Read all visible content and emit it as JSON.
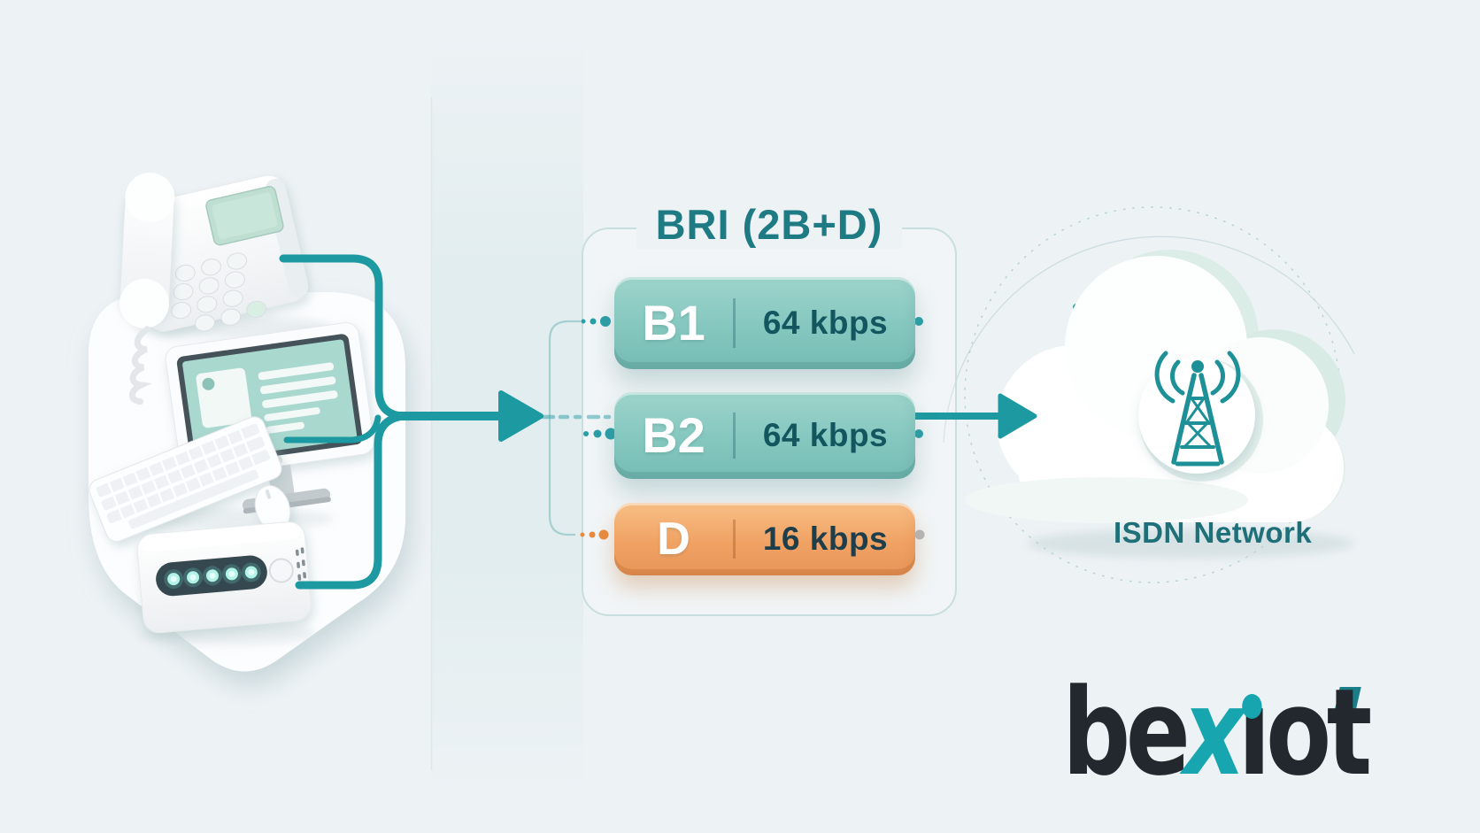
{
  "diagram": {
    "title": "BRI (2B+D)",
    "channels": [
      {
        "label": "B1",
        "rate": "64 kbps",
        "kind": "bearer",
        "fill": "#84c7bf"
      },
      {
        "label": "B2",
        "rate": "64 kbps",
        "kind": "bearer",
        "fill": "#84c7bf"
      },
      {
        "label": "D",
        "rate": "16 kbps",
        "kind": "data",
        "fill": "#f0a263"
      }
    ],
    "network_label": "ISDN Network",
    "devices": [
      "desk-phone",
      "desktop-computer",
      "modem-router"
    ]
  },
  "logo": {
    "text": "bexiot",
    "p1": "be",
    "p2": "x",
    "p3": "ı",
    "p4": "o",
    "p5": "t"
  },
  "colors": {
    "background": "#edf2f5",
    "connector_teal": "#1d99a1",
    "bearer_fill": "#84c7bf",
    "data_fill": "#f0a263",
    "data_dot_orange": "#e98a3e",
    "title_text": "#1f7b83",
    "bar_value_text": "#14565f",
    "network_text": "#1e6f78",
    "container_border": "#c8dedf",
    "logo_dark": "#22282d",
    "logo_teal": "#17a6b0"
  }
}
